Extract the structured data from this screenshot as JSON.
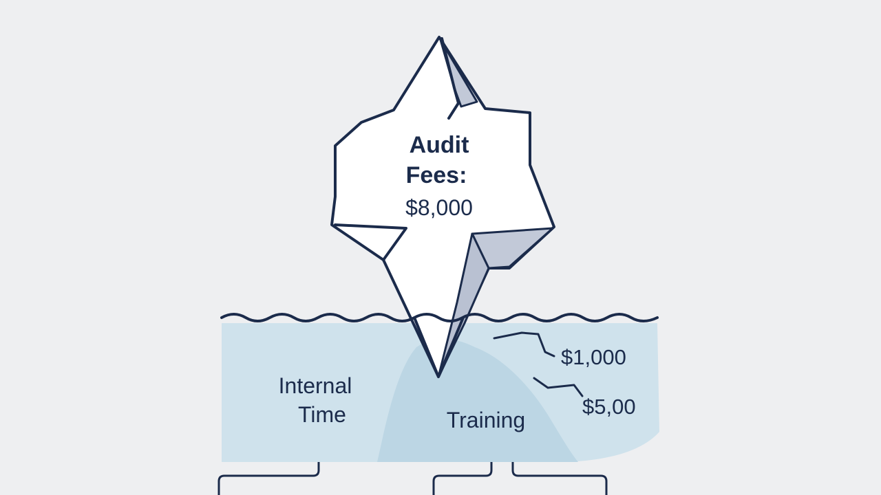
{
  "iceberg": {
    "title_line1": "Audit",
    "title_line2": "Fees:",
    "title_amount": "$8,000"
  },
  "hidden_costs": {
    "internal_time_line1": "Internal",
    "internal_time_line2": "Time",
    "training": "Training",
    "cost_1": "$1,000",
    "cost_2": "$5,00"
  },
  "colors": {
    "background": "#eeeff1",
    "ink": "#1b2b4b",
    "water": "#cfe2ec",
    "water_deep": "#bcd6e4",
    "ice": "#ffffff",
    "ice_shade": "#c2c9d8"
  }
}
